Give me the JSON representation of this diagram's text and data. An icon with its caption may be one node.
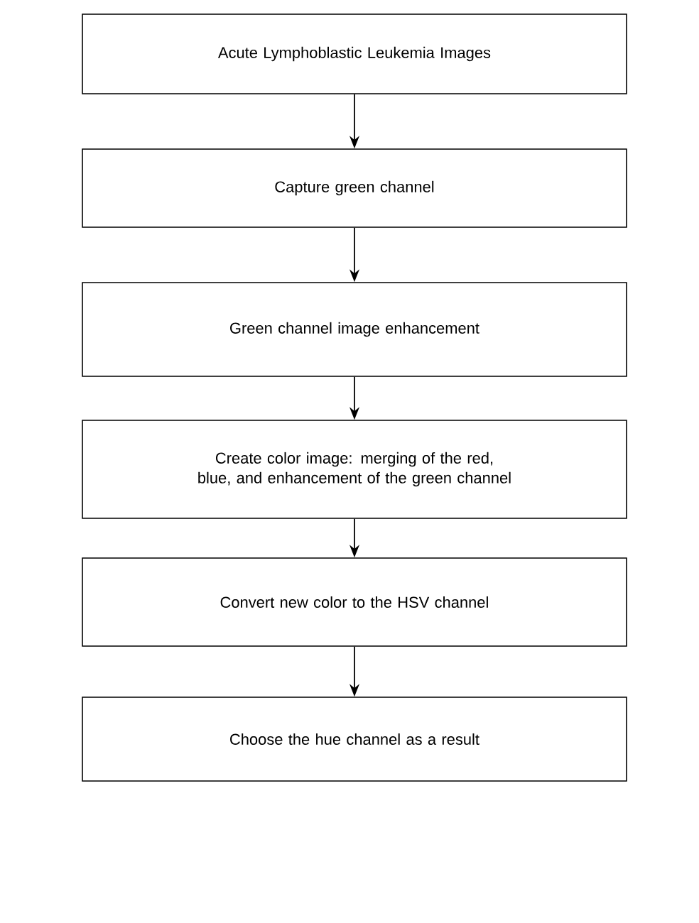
{
  "diagram": {
    "nodes": [
      {
        "text": [
          "Acute Lymphoblastic Leukemia Images"
        ]
      },
      {
        "text": [
          "Capture green channel"
        ]
      },
      {
        "text": [
          "Green channel image enhancement"
        ]
      },
      {
        "text": [
          "Create color image: merging of the red, blue, and enhancement of the green channel"
        ]
      },
      {
        "text": [
          "Convert new color to the HSV channel"
        ]
      },
      {
        "text": [
          "Choose the hue channel as a result"
        ]
      }
    ],
    "edges": [
      {
        "from": 0,
        "to": 1,
        "arrow": "to"
      },
      {
        "from": 1,
        "to": 2,
        "arrow": "to"
      },
      {
        "from": 2,
        "to": 3,
        "arrow": "to"
      },
      {
        "from": 3,
        "to": 4,
        "arrow": "to"
      },
      {
        "from": 4,
        "to": 5,
        "arrow": "to"
      }
    ]
  }
}
